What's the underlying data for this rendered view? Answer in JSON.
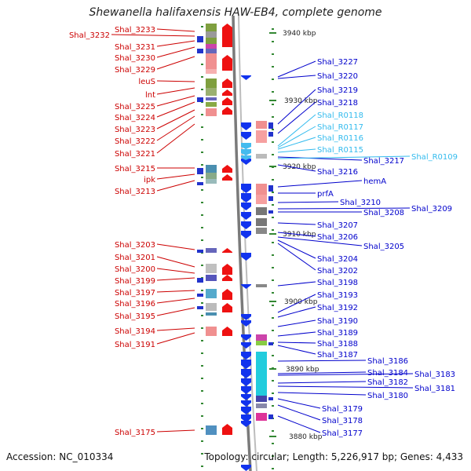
{
  "title": "Shewanella halifaxensis HAW-EB4, complete genome",
  "accession": "Accession: NC_010334",
  "topology": "Topology: circular; Length: 5,226,917 bp; Genes: 4,433",
  "colors": {
    "left_label": "#cc0000",
    "right_label": "#0000cc",
    "rna_label": "#33bbee",
    "tick": "#338833",
    "backbone": "#999999"
  },
  "kbp_markers": [
    "3940 kbp",
    "3930 kbp",
    "3920 kbp",
    "3910 kbp",
    "3900 kbp",
    "3890 kbp",
    "3880 kbp"
  ],
  "left_labels": [
    "Shal_3233",
    "Shal_3232",
    "Shal_3231",
    "Shal_3230",
    "Shal_3229",
    "leuS",
    "lnt",
    "Shal_3225",
    "Shal_3224",
    "Shal_3223",
    "Shal_3222",
    "Shal_3221",
    "Shal_3215",
    "ipk",
    "Shal_3213",
    "Shal_3203",
    "Shal_3201",
    "Shal_3200",
    "Shal_3199",
    "Shal_3197",
    "Shal_3196",
    "Shal_3195",
    "Shal_3194",
    "Shal_3191",
    "Shal_3175"
  ],
  "right_labels": [
    "Shal_3227",
    "Shal_3220",
    "Shal_3219",
    "Shal_3218",
    "Shal_R0118",
    "Shal_R0117",
    "Shal_R0116",
    "Shal_R0115",
    "Shal_3217",
    "Shal_R0109",
    "Shal_3216",
    "hemA",
    "prfA",
    "Shal_3210",
    "Shal_3209",
    "Shal_3208",
    "Shal_3207",
    "Shal_3206",
    "Shal_3205",
    "Shal_3204",
    "Shal_3202",
    "Shal_3198",
    "Shal_3193",
    "Shal_3192",
    "Shal_3190",
    "Shal_3189",
    "Shal_3188",
    "Shal_3187",
    "Shal_3186",
    "Shal_3184",
    "Shal_3183",
    "Shal_3182",
    "Shal_3181",
    "Shal_3180",
    "Shal_3179",
    "Shal_3178",
    "Shal_3177"
  ]
}
